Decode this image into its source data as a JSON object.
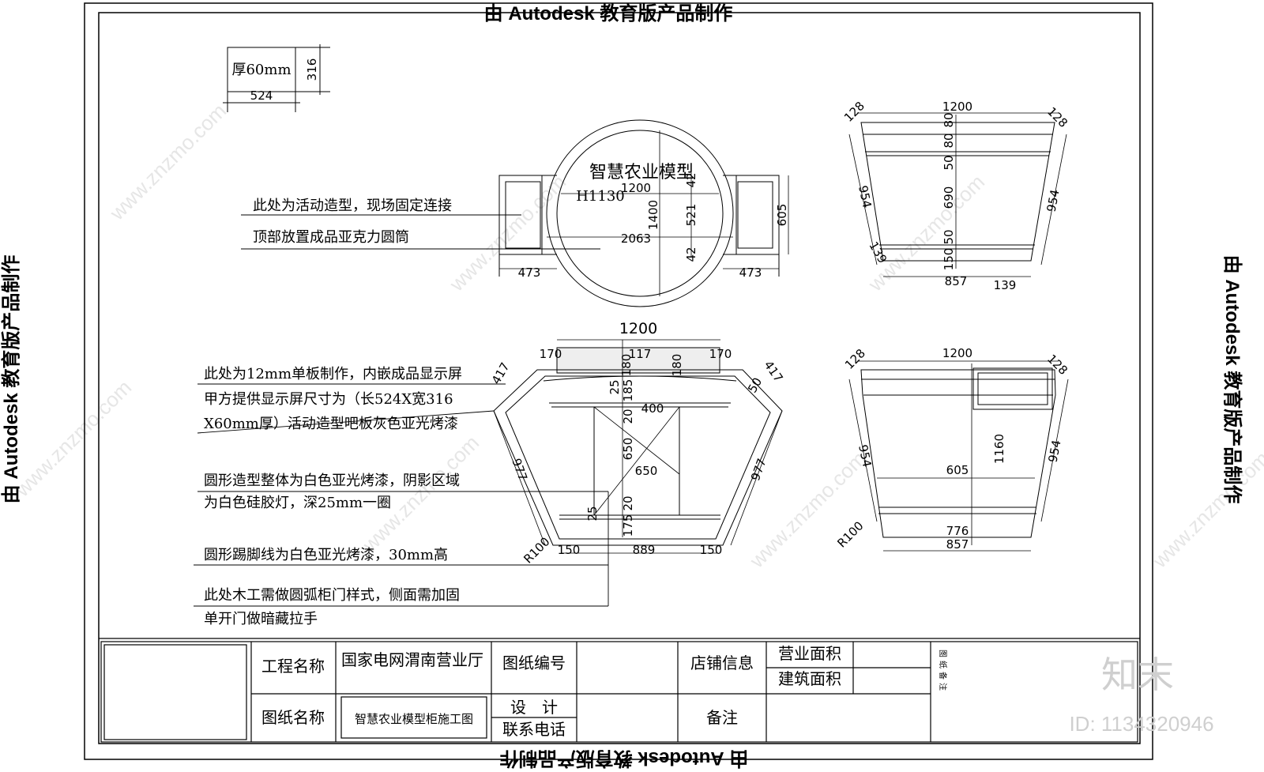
{
  "stamp": {
    "top": "由 Autodesk 教育版产品制作",
    "bottom": "由 Autodesk 教育版产品制作",
    "left": "由 Autodesk 教育版产品制作",
    "right": "由 Autodesk 教育版产品制作"
  },
  "screen_spec": {
    "label": "厚60mm",
    "height": "316",
    "width": "524"
  },
  "plan": {
    "title": "智慧农业模型",
    "height_label": "H1130",
    "dims": [
      "1200",
      "1400",
      "2063",
      "521",
      "605",
      "473",
      "473",
      "42",
      "42"
    ]
  },
  "side_top": {
    "dims": [
      "128",
      "1200",
      "128",
      "80",
      "80",
      "50",
      "690",
      "50",
      "150",
      "954",
      "954",
      "139",
      "857",
      "139"
    ]
  },
  "front": {
    "dims": [
      "1200",
      "170",
      "117",
      "170",
      "180",
      "180",
      "417",
      "417",
      "25",
      "185",
      "400",
      "20",
      "650",
      "20",
      "650",
      "25",
      "175",
      "977",
      "977",
      "R100",
      "150",
      "889",
      "150",
      "50"
    ]
  },
  "side_bottom": {
    "dims": [
      "128",
      "1200",
      "128",
      "954",
      "1160",
      "954",
      "605",
      "776",
      "857",
      "R100"
    ]
  },
  "notes": [
    "此处为活动造型，现场固定连接",
    "顶部放置成品亚克力圆筒",
    "此处为12mm单板制作，内嵌成品显示屏",
    "甲方提供显示屏尺寸为（长524X宽316",
    "X60mm厚）活动造型吧板灰色亚光烤漆",
    "圆形造型整体为白色亚光烤漆，阴影区域",
    "为白色硅胶灯，深25mm一圈",
    "圆形踢脚线为白色亚光烤漆，30mm高",
    "此处木工需做圆弧柜门样式，侧面需加固",
    "单开门做暗藏拉手"
  ],
  "title_block": {
    "project_label": "工程名称",
    "project_value": "国家电网渭南营业厅",
    "drawing_no_label": "图纸编号",
    "drawing_name_label": "图纸名称",
    "drawing_name_value": "智慧农业模型柜施工图",
    "design_label": "设　计",
    "contact_label": "联系电话",
    "store_info_label": "店铺信息",
    "business_area_label": "营业面积",
    "building_area_label": "建筑面积",
    "remarks_label": "备注",
    "drawing_remarks": "图纸备注"
  },
  "watermark": {
    "site": "www.znzmo.com",
    "brand": "知末",
    "id": "ID: 1134320946"
  }
}
